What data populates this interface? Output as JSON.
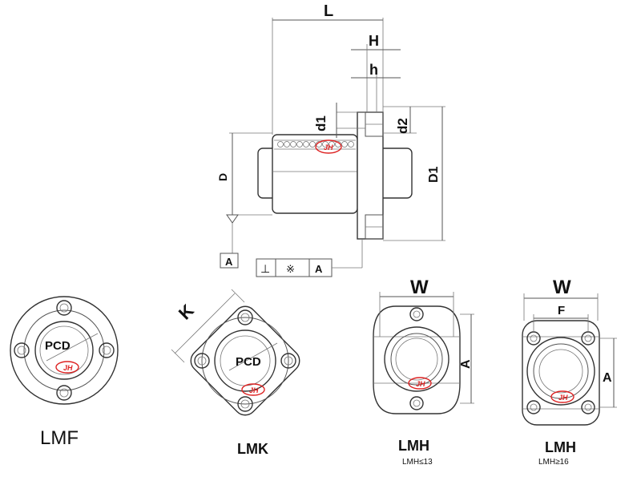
{
  "side_view": {
    "labels": {
      "L": "L",
      "H": "H",
      "h": "h",
      "d1": "d1",
      "d2": "d2",
      "D": "D",
      "D1": "D1"
    },
    "datum_left": "A",
    "tolerance_frame": {
      "symbol": "⊥",
      "middle": "※",
      "datum": "A"
    }
  },
  "flange_lmf": {
    "pcd": "PCD",
    "caption": "LMF"
  },
  "flange_lmk": {
    "K": "K",
    "pcd": "PCD",
    "caption": "LMK"
  },
  "flange_lmh_small": {
    "W": "W",
    "A": "A",
    "caption": "LMH",
    "subcaption": "LMH≤13"
  },
  "flange_lmh_large": {
    "W": "W",
    "F": "F",
    "A": "A",
    "caption": "LMH",
    "subcaption": "LMH≥16"
  },
  "logo_text": "JH"
}
